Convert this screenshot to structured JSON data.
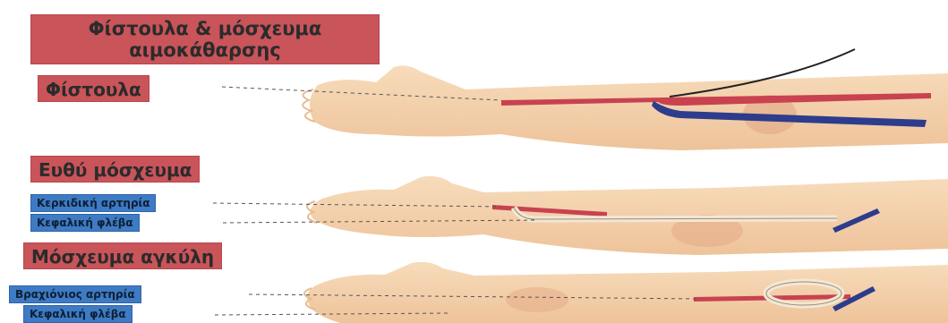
{
  "title": {
    "line1": "Φίστουλα & μόσχευμα",
    "line2": "αιμοκάθαρσης"
  },
  "sections": [
    {
      "label": "Φίστουλα"
    },
    {
      "label": "Ευθύ μόσχευμα"
    },
    {
      "label": "Μόσχευμα αγκύλη"
    }
  ],
  "vessel_labels": {
    "radial_artery": "Κερκιδική αρτηρία",
    "cephalic_vein_1": "Κεφαλική φλέβα",
    "brachial_artery": "Βραχιόνιος αρτηρία",
    "cephalic_vein_2": "Κεφαλική φλέβα"
  },
  "colors": {
    "label_red": "#c9545a",
    "label_blue": "#3d7bc4",
    "skin": "#f4d2ad",
    "artery": "#c8424f",
    "vein": "#2d3c8c"
  }
}
